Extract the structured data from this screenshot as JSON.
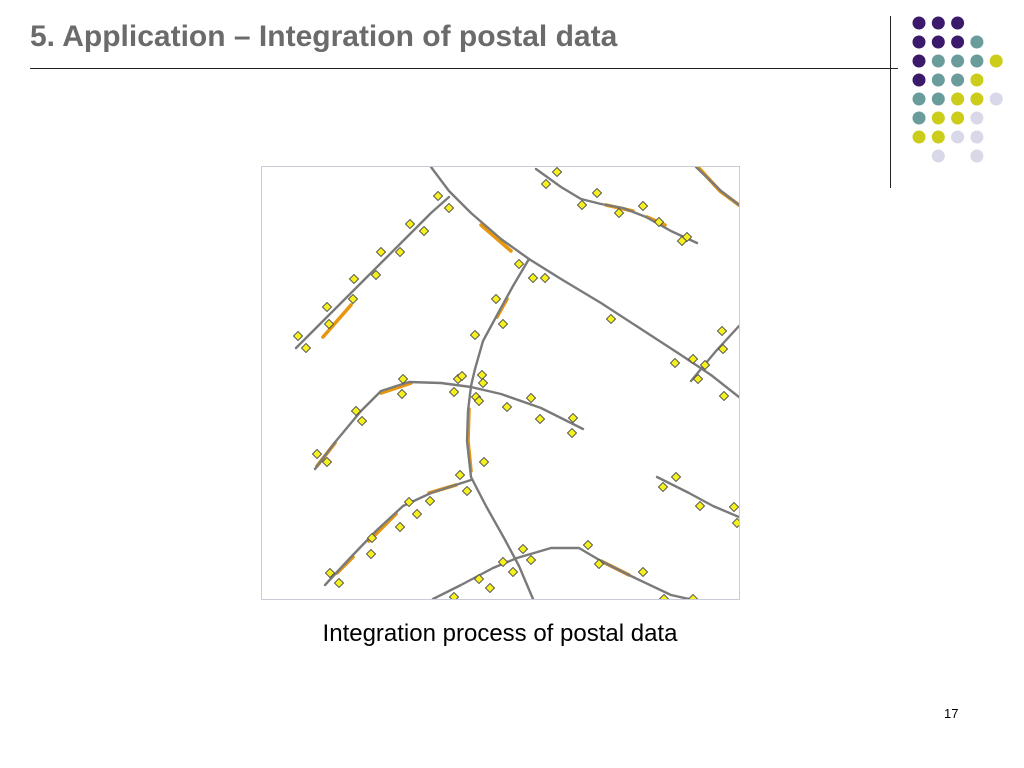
{
  "slide": {
    "title": "5. Application – Integration of postal data",
    "caption": "Integration process of postal data",
    "page_number": "17"
  },
  "colors": {
    "title_text": "#6b6b6b",
    "dark_purple": "#3c1a6b",
    "teal": "#6a9c9c",
    "yellow_green": "#cccc1a",
    "lavender": "#d8d8e8",
    "road_gray": "#7a7a7a",
    "road_orange": "#e8960c",
    "point_fill": "#f5f01e",
    "point_stroke": "#4a4a4a",
    "map_border": "#c8cbd8"
  },
  "decor": {
    "dot_grid_colors": [
      [
        "dark_purple",
        "dark_purple",
        "dark_purple",
        null,
        null
      ],
      [
        "dark_purple",
        "dark_purple",
        "dark_purple",
        "teal",
        null
      ],
      [
        "dark_purple",
        "teal",
        "teal",
        "teal",
        "yellow_green"
      ],
      [
        "dark_purple",
        "teal",
        "teal",
        "yellow_green",
        null
      ],
      [
        "teal",
        "teal",
        "yellow_green",
        "yellow_green",
        "lavender"
      ],
      [
        "teal",
        "yellow_green",
        "yellow_green",
        "lavender",
        null
      ],
      [
        "yellow_green",
        "yellow_green",
        "lavender",
        "lavender",
        null
      ],
      [
        null,
        "lavender",
        null,
        "lavender",
        null
      ]
    ]
  },
  "map": {
    "description_icon": "postal-map-figure"
  }
}
